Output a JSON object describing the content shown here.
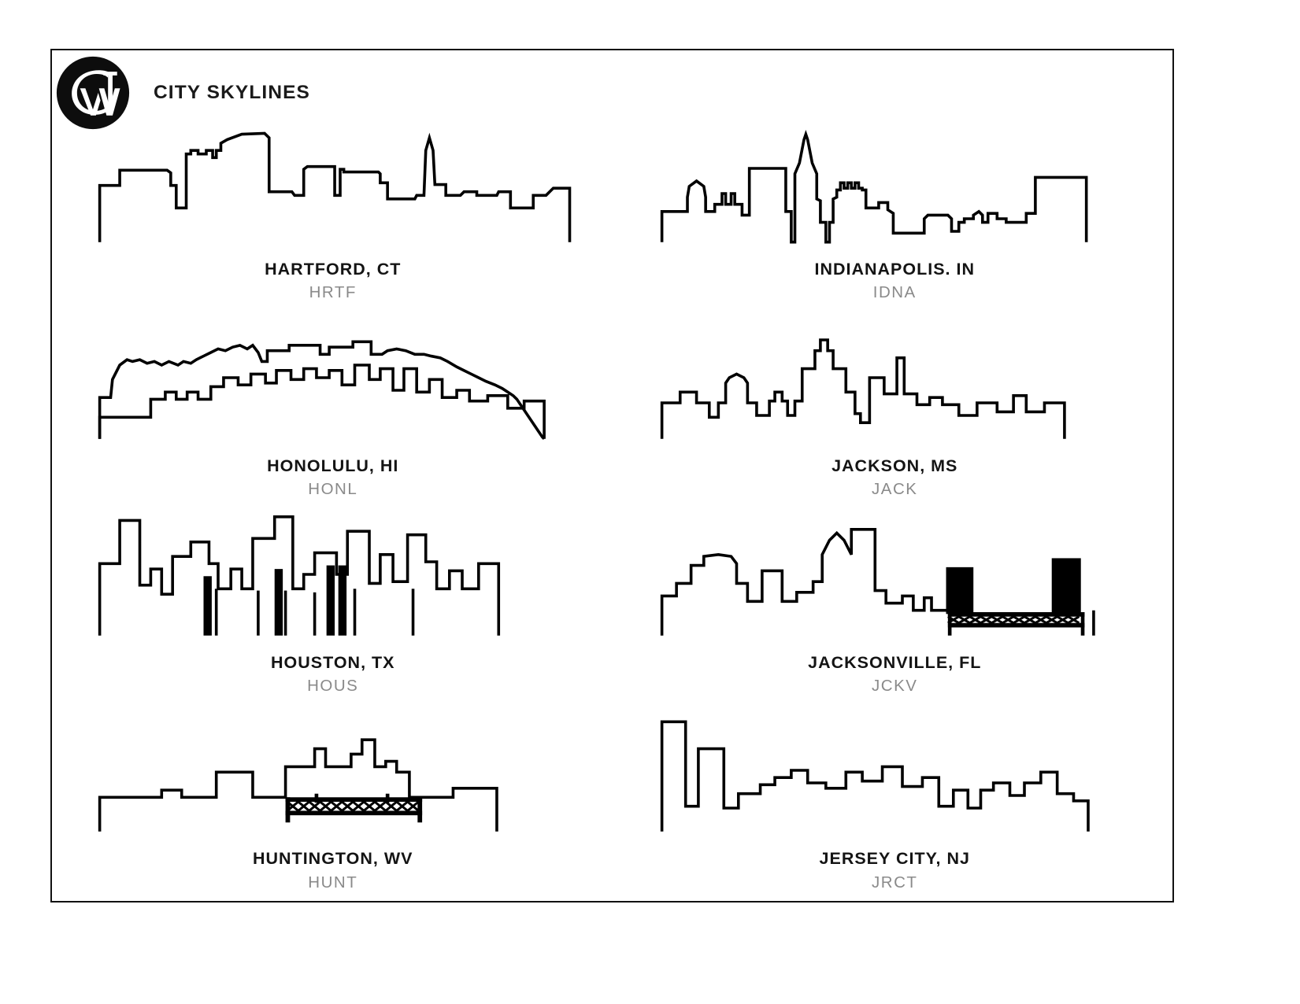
{
  "header": {
    "logo_icon": "cw-monogram-logo",
    "title": "CITY SKYLINES"
  },
  "colors": {
    "ink": "#111111",
    "label": "#141414",
    "code_gray": "#8a8a8a",
    "page_background": "#ffffff",
    "border": "#111111"
  },
  "cards": [
    {
      "name": "HARTFORD, CT",
      "code": "HRTF",
      "icon": "skyline-hartford"
    },
    {
      "name": "INDIANAPOLIS. IN",
      "code": "IDNA",
      "icon": "skyline-indianapolis"
    },
    {
      "name": "HONOLULU, HI",
      "code": "HONL",
      "icon": "skyline-honolulu"
    },
    {
      "name": "JACKSON, MS",
      "code": "JACK",
      "icon": "skyline-jackson"
    },
    {
      "name": "HOUSTON, TX",
      "code": "HOUS",
      "icon": "skyline-houston"
    },
    {
      "name": "JACKSONVILLE, FL",
      "code": "JCKV",
      "icon": "skyline-jacksonville"
    },
    {
      "name": "HUNTINGTON, WV",
      "code": "HUNT",
      "icon": "skyline-huntington"
    },
    {
      "name": "JERSEY CITY, NJ",
      "code": "JRCT",
      "icon": "skyline-jerseycity"
    }
  ]
}
